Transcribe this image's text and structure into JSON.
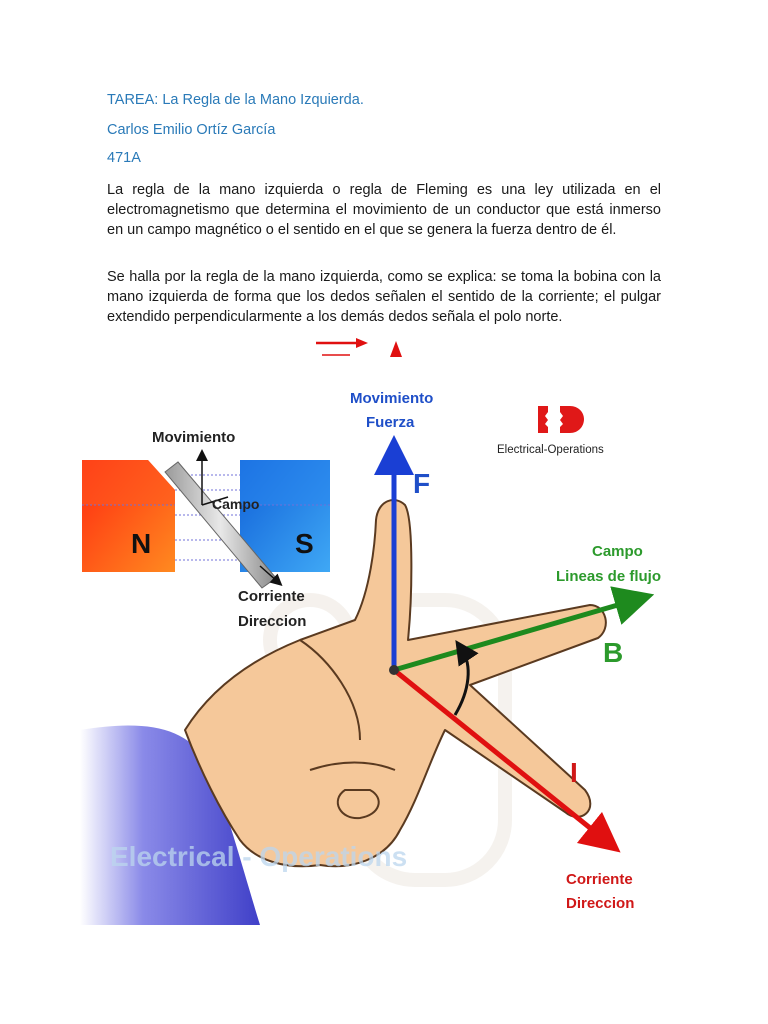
{
  "header": {
    "title": "TAREA: La Regla de la Mano Izquierda.",
    "author": "Carlos Emilio Ortíz García",
    "group": "471A"
  },
  "body": {
    "paragraph1": "La regla de la mano izquierda o regla de Fleming es una ley utilizada en el electromagnetismo que determina el movimiento de un conductor que está inmerso en un campo magnético o el sentido en el que se genera la fuerza dentro de él.",
    "paragraph2": "Se halla por la regla de la mano izquierda, como se explica: se toma la bobina con la mano izquierda de forma que los dedos señalen el sentido de la corriente; el pulgar extendido perpendicularmente a los demás dedos señala el polo norte."
  },
  "figure": {
    "inset": {
      "movimiento": "Movimiento",
      "campo": "Campo",
      "north": "N",
      "south": "S",
      "corriente": "Corriente",
      "direccion": "Direccion"
    },
    "force_label_1": "Movimiento",
    "force_label_2": "Fuerza",
    "force_letter": "F",
    "field_label_1": "Campo",
    "field_label_2": "Lineas de flujo",
    "field_letter": "B",
    "current_letter": "I",
    "current_label_1": "Corriente",
    "current_label_2": "Direccion",
    "logo_text": "Electrical-Operations",
    "watermark": "Electrical - Operations",
    "colors": {
      "force": "#1a3fd4",
      "field": "#1e8a1e",
      "current": "#e01010",
      "skin": "#f5c89a",
      "sleeve": "#4a4ad0",
      "magnet_n": "#f04010",
      "magnet_s": "#1a7ae0",
      "label_blue": "#1f4fc8",
      "label_green": "#2c9a2c",
      "label_red": "#d01818"
    }
  }
}
